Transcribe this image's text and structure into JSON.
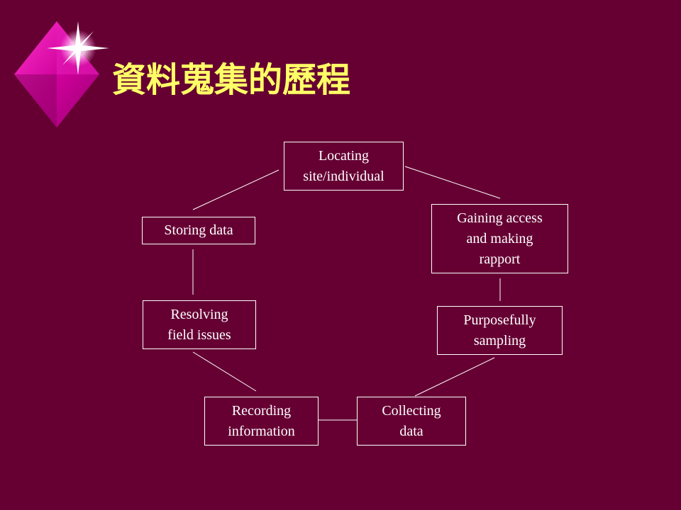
{
  "slide": {
    "title": "資料蒐集的歷程"
  },
  "colors": {
    "background": "#660033",
    "title": "#ffff66",
    "node_border": "#ffffff",
    "node_text": "#ffffff",
    "decor_diamond": "#cc0099"
  },
  "decor": {
    "icon": "diamond-star-icon"
  },
  "diagram": {
    "type": "cycle",
    "nodes": [
      {
        "id": "locating",
        "label": "Locating\nsite/individual"
      },
      {
        "id": "gaining",
        "label": "Gaining access\nand making\nrapport"
      },
      {
        "id": "sampling",
        "label": "Purposefully\nsampling"
      },
      {
        "id": "collecting",
        "label": "Collecting\ndata"
      },
      {
        "id": "recording",
        "label": "Recording\ninformation"
      },
      {
        "id": "resolving",
        "label": "Resolving\nfield issues"
      },
      {
        "id": "storing",
        "label": "Storing data"
      }
    ],
    "edges": [
      [
        "locating",
        "gaining"
      ],
      [
        "gaining",
        "sampling"
      ],
      [
        "sampling",
        "collecting"
      ],
      [
        "collecting",
        "recording"
      ],
      [
        "recording",
        "resolving"
      ],
      [
        "resolving",
        "storing"
      ],
      [
        "storing",
        "locating"
      ]
    ]
  }
}
